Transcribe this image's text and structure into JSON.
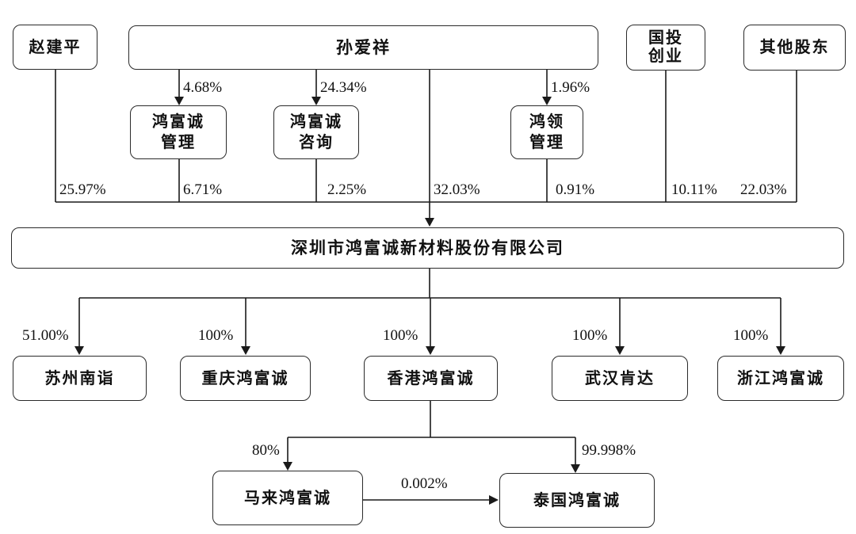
{
  "diagram": {
    "type": "equity-structure-chart",
    "line_color": "#1a1a1a",
    "nodes": {
      "zhao_jianping": "赵建平",
      "sun_aixiang": "孙爱祥",
      "guotou_chuangye": {
        "line1": "国投",
        "line2": "创业"
      },
      "qita_gudong": "其他股东",
      "hongfucheng_guanli": {
        "line1": "鸿富诚",
        "line2": "管理"
      },
      "hongfucheng_zixun": {
        "line1": "鸿富诚",
        "line2": "咨询"
      },
      "hongling_guanli": {
        "line1": "鸿领",
        "line2": "管理"
      },
      "company": "深圳市鸿富诚新材料股份有限公司",
      "suzhou_nanyi": "苏州南诣",
      "chongqing_hfc": "重庆鸿富诚",
      "hongkong_hfc": "香港鸿富诚",
      "wuhan_kenda": "武汉肯达",
      "zhejiang_hfc": "浙江鸿富诚",
      "malaysia_hfc": "马来鸿富诚",
      "thailand_hfc": "泰国鸿富诚"
    },
    "percentages": {
      "sun_to_hfc_guanli": "4.68%",
      "sun_to_hfc_zixun": "24.34%",
      "sun_to_hongling": "1.96%",
      "zhao_to_company": "25.97%",
      "hfc_guanli_to_company": "6.71%",
      "hfc_zixun_to_company": "2.25%",
      "sun_to_company": "32.03%",
      "hongling_to_company": "0.91%",
      "guotou_to_company": "10.11%",
      "qita_to_company": "22.03%",
      "company_to_suzhou": "51.00%",
      "company_to_chongqing": "100%",
      "company_to_hongkong": "100%",
      "company_to_wuhan": "100%",
      "company_to_zhejiang": "100%",
      "hk_to_malaysia": "80%",
      "hk_to_thailand": "99.998%",
      "malaysia_to_thailand": "0.002%"
    }
  }
}
